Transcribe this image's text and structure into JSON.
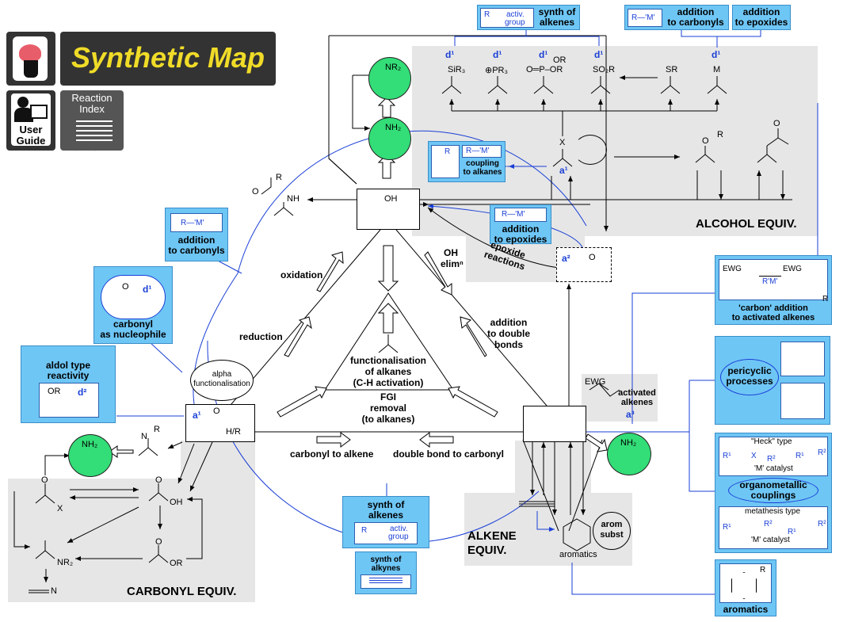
{
  "header": {
    "title": "Synthetic Map",
    "user_guide_label_1": "User",
    "user_guide_label_2": "Guide",
    "reaction_index_label_1": "Reaction",
    "reaction_index_label_2": "Index"
  },
  "top_boxes": {
    "synth_alkenes_r": "R",
    "synth_alkenes_activ": "activ.",
    "synth_alkenes_group": "group",
    "synth_alkenes_label_1": "synth of",
    "synth_alkenes_label_2": "alkenes",
    "rm": "R—'M'",
    "addition_carbonyls_1": "addition",
    "addition_carbonyls_2": "to carbonyls",
    "addition_epoxides_1": "addition",
    "addition_epoxides_2": "to epoxides"
  },
  "alcohol_region": {
    "d1_a": "d¹",
    "d1_b": "d¹",
    "d1_c": "d¹",
    "d1_d": "d¹",
    "d1_e": "d¹",
    "sir3": "SiR₃",
    "pr3": "⊕PR₃",
    "po": "O═P–OR",
    "or": "OR",
    "so2r": "SO₂R",
    "sr": "SR",
    "m": "M",
    "x": "X",
    "a1": "a¹",
    "o_r": "O",
    "r_label": "R",
    "o_ac": "O",
    "label": "ALCOHOL EQUIV."
  },
  "coupling_box": {
    "r": "R",
    "rm": "R—'M'",
    "label_1": "coupling",
    "label_2": "to alkanes"
  },
  "amines": {
    "nr2": "NR₂",
    "nh2_top": "NH₂",
    "nh2_left": "NH₂",
    "nh2_right": "NH₂"
  },
  "amide_left": {
    "r": "R",
    "o": "O",
    "nh": "NH"
  },
  "center": {
    "oh": "OH",
    "oxidation": "oxidation",
    "reduction": "reduction",
    "oh_elim": "OH",
    "oh_elim_2": "elimⁿ",
    "addition_double_1": "addition",
    "addition_double_2": "to double",
    "addition_double_3": "bonds",
    "func_1": "functionalisation",
    "func_2": "of alkanes",
    "func_3": "(C-H activation)",
    "fgi_1": "FGI",
    "fgi_2": "removal",
    "fgi_3": "(to alkanes)",
    "carbonyl_to_alkene": "carbonyl to alkene",
    "double_to_carbonyl": "double bond to carbonyl",
    "alpha_1": "alpha",
    "alpha_2": "functionalisation",
    "a1_carb": "a¹",
    "o_carb": "O",
    "hr": "H/R"
  },
  "epoxide": {
    "box_rm": "R—'M'",
    "box_1": "addition",
    "box_2": "to epoxides",
    "reactions_1": "epoxide",
    "reactions_2": "reactions",
    "a2": "a²",
    "o": "O"
  },
  "left_boxes": {
    "rm": "R—'M'",
    "add_carb_1": "addition",
    "add_carb_2": "to carbonyls",
    "d1": "d¹",
    "o": "O",
    "nucleophile_1": "carbonyl",
    "nucleophile_2": "as nucleophile",
    "aldol_1": "aldol type",
    "aldol_2": "reactivity",
    "aldol_or": "OR",
    "d2": "d²"
  },
  "carbonyl_region": {
    "imine_n": "N",
    "imine_r": "R",
    "o1": "O",
    "x": "X",
    "o2": "O",
    "oh": "OH",
    "o3": "O",
    "nr2": "NR₂",
    "or": "OR",
    "nitrile": "N",
    "label": "CARBONYL EQUIV."
  },
  "bottom_boxes": {
    "synth_1": "synth of",
    "synth_2": "alkenes",
    "r": "R",
    "activ": "activ.",
    "group": "group",
    "alkynes_1": "synth of",
    "alkynes_2": "alkynes"
  },
  "alkene_region": {
    "ewg": "EWG",
    "activated_1": "activated",
    "activated_2": "alkenes",
    "a3": "a³",
    "label_1": "ALKENE",
    "label_2": "EQUIV.",
    "aromatics": "aromatics",
    "arom_1": "arom",
    "arom_2": "subst"
  },
  "right_boxes": {
    "ewg_1": "EWG",
    "ewg_2": "EWG",
    "rm": "R'M'",
    "r": "R",
    "carbon_1": "'carbon' addition",
    "carbon_2": "to activated alkenes",
    "pericyclic_1": "pericyclic",
    "pericyclic_2": "processes",
    "heck_title": "\"Heck\" type",
    "heck_r1": "R¹",
    "heck_x": "X",
    "heck_r2": "R²",
    "heck_cat": "'M' catalyst",
    "heck_prod_r1": "R¹",
    "heck_prod_r2": "R²",
    "organo_1": "organometallic",
    "organo_2": "couplings",
    "meta_title": "metathesis type",
    "meta_r1": "R¹",
    "meta_r2": "R²",
    "meta_cat": "'M' catalyst",
    "meta_prod_r1": "R¹",
    "meta_prod_r2": "R²",
    "arom_r": "R",
    "aromatics": "aromatics"
  }
}
